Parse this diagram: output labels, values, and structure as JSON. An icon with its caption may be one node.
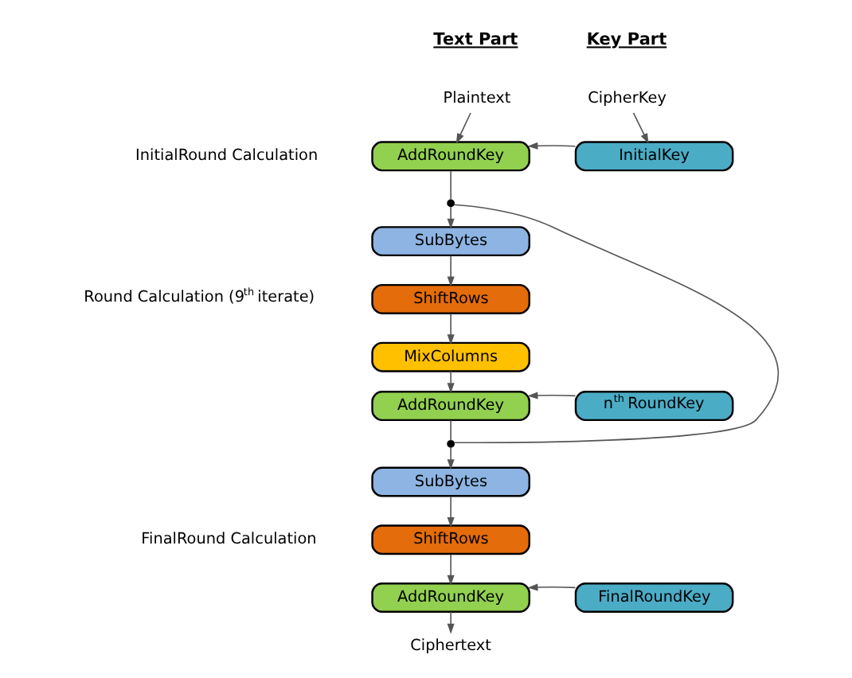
{
  "diagram": {
    "nodes": [
      {
        "text": [
          "Plaintext"
        ]
      },
      {
        "text": [
          "CipherKey"
        ]
      },
      {
        "text": [
          "AddRoundKey"
        ]
      },
      {
        "text": [
          "InitialKey"
        ]
      },
      {
        "text": [],
        "shape": "dot"
      },
      {
        "text": [
          "SubBytes"
        ]
      },
      {
        "text": [
          "ShiftRows"
        ]
      },
      {
        "text": [
          "MixColumns"
        ]
      },
      {
        "text": [
          "AddRoundKey"
        ]
      },
      {
        "text": [
          "n$^{th}$ RoundKey"
        ]
      },
      {
        "text": [],
        "shape": "dot"
      },
      {
        "text": [
          "SubBytes"
        ]
      },
      {
        "text": [
          "ShiftRows"
        ]
      },
      {
        "text": [
          "AddRoundKey"
        ]
      },
      {
        "text": [
          "FinalRoundKey"
        ]
      },
      {
        "text": [
          "Ciphertext"
        ]
      }
    ],
    "edges": [
      {
        "from": 0,
        "to": 2,
        "arrow": "to"
      },
      {
        "from": 1,
        "to": 3,
        "arrow": "to"
      },
      {
        "from": 3,
        "to": 2,
        "arrow": "to"
      },
      {
        "from": 2,
        "to": 4,
        "arrow": "none"
      },
      {
        "from": 4,
        "to": 5,
        "arrow": "to"
      },
      {
        "from": 5,
        "to": 6,
        "arrow": "to"
      },
      {
        "from": 6,
        "to": 7,
        "arrow": "to"
      },
      {
        "from": 7,
        "to": 8,
        "arrow": "to"
      },
      {
        "from": 9,
        "to": 8,
        "arrow": "to"
      },
      {
        "from": 8,
        "to": 10,
        "arrow": "none"
      },
      {
        "from": 10,
        "to": 4,
        "arrow": "none"
      },
      {
        "from": 10,
        "to": 11,
        "arrow": "to"
      },
      {
        "from": 11,
        "to": 12,
        "arrow": "to"
      },
      {
        "from": 12,
        "to": 13,
        "arrow": "to"
      },
      {
        "from": 14,
        "to": 13,
        "arrow": "to"
      },
      {
        "from": 13,
        "to": 15,
        "arrow": "to"
      }
    ],
    "labels": [
      "Text Part",
      "Key Part",
      "InitialRound Calculation",
      "Round Calculation (9$^{th}$ iterate)",
      "FinalRound Calculation"
    ]
  }
}
